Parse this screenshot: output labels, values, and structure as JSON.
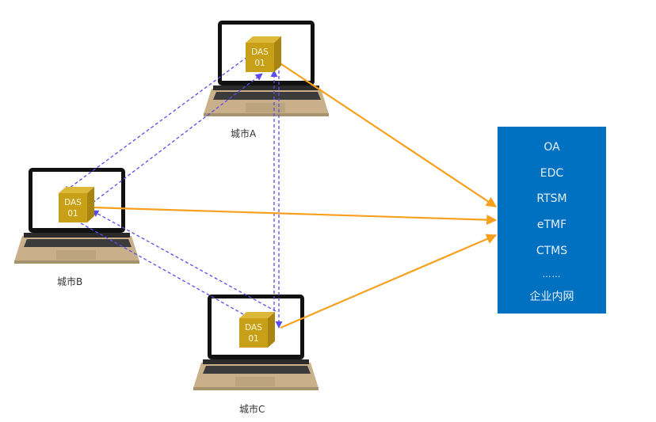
{
  "nodes": [
    {
      "id": "A",
      "city": "城市A",
      "das_line1": "DAS",
      "das_line2": "01"
    },
    {
      "id": "B",
      "city": "城市B",
      "das_line1": "DAS",
      "das_line2": "01"
    },
    {
      "id": "C",
      "city": "城市C",
      "das_line1": "DAS",
      "das_line2": "01"
    }
  ],
  "systems": {
    "items": [
      "OA",
      "EDC",
      "RTSM",
      "eTMF",
      "CTMS"
    ],
    "ellipsis": "……",
    "footer": "企业内网"
  },
  "connections": {
    "peer_links": [
      {
        "from": "A",
        "to": "B",
        "style": "dashed"
      },
      {
        "from": "B",
        "to": "A",
        "style": "dashed"
      },
      {
        "from": "B",
        "to": "C",
        "style": "dashed"
      },
      {
        "from": "C",
        "to": "B",
        "style": "dashed"
      },
      {
        "from": "A",
        "to": "C",
        "style": "dashed"
      },
      {
        "from": "C",
        "to": "A",
        "style": "dashed"
      }
    ],
    "intranet_links": [
      {
        "from": "A",
        "to": "systems"
      },
      {
        "from": "B",
        "to": "systems"
      },
      {
        "from": "C",
        "to": "systems"
      }
    ]
  },
  "colors": {
    "peer_link": "#5a4cf0",
    "intranet_link": "#f7a020",
    "systems_box": "#0070c0",
    "cube_front": "#c8a018",
    "cube_top": "#dcb838",
    "cube_side": "#a88410"
  }
}
